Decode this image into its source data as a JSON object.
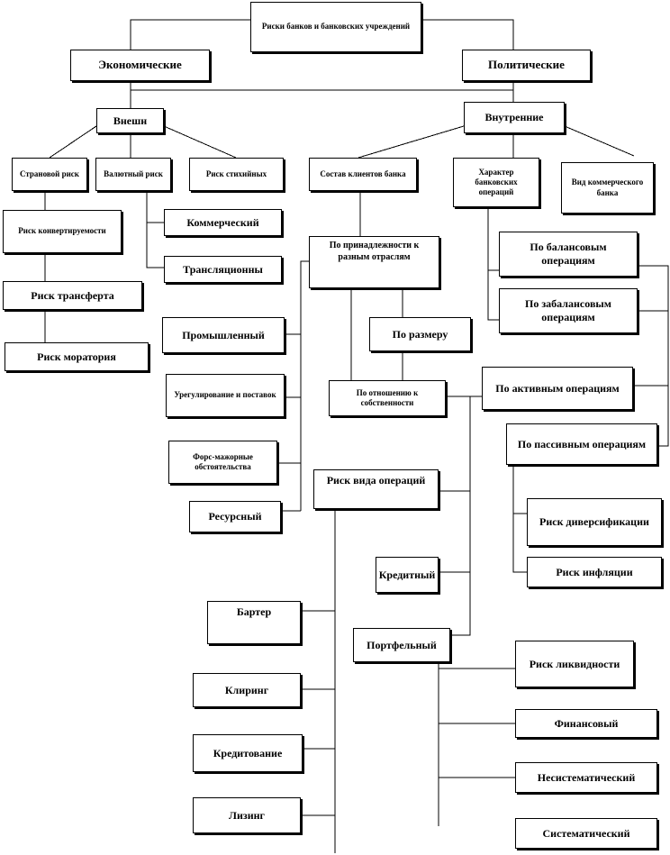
{
  "diagram": {
    "nodes": {
      "root": "Риски банков и банковских учреждений",
      "economic": "Экономические",
      "political": "Политические",
      "external": "Внешн",
      "internal": "Внутренние",
      "country": "Страновой риск",
      "currency": "Валютный риск",
      "natural": "Риск стихийных",
      "client_composition": "Состав клиентов банка",
      "operations_nature": "Характер банковских операций",
      "bank_type": "Вид коммерческого банка",
      "convertibility": "Риск конвертируемости",
      "commercial": "Коммерческий",
      "translational": "Трансляционны",
      "transfer": "Риск трансферта",
      "moratorium": "Риск моратория",
      "by_industry": "По принадлежности к разным отраслям",
      "balance_ops": "По балансовым операциям",
      "offbalance_ops": "По забалансовым операциям",
      "industrial": "Промышленный",
      "by_size": "По размеру",
      "regulation": "Урегулирование и поставок",
      "by_ownership": "По отношению к собственности",
      "active_ops": "По активным операциям",
      "force_majeure": "Форс-мажорные обстоятельства",
      "passive_ops": "По пассивным операциям",
      "operation_type": "Риск вида операций",
      "resource": "Ресурсный",
      "diversification": "Риск диверсификации",
      "credit": "Кредитный",
      "inflation": "Риск инфляции",
      "barter": "Бартер",
      "portfolio": "Портфельный",
      "liquidity": "Риск ликвидности",
      "clearing": "Клиринг",
      "financial": "Финансовый",
      "lending": "Кредитование",
      "unsystematic": "Несистематический",
      "leasing": "Лизинг",
      "systematic": "Систематический"
    }
  }
}
